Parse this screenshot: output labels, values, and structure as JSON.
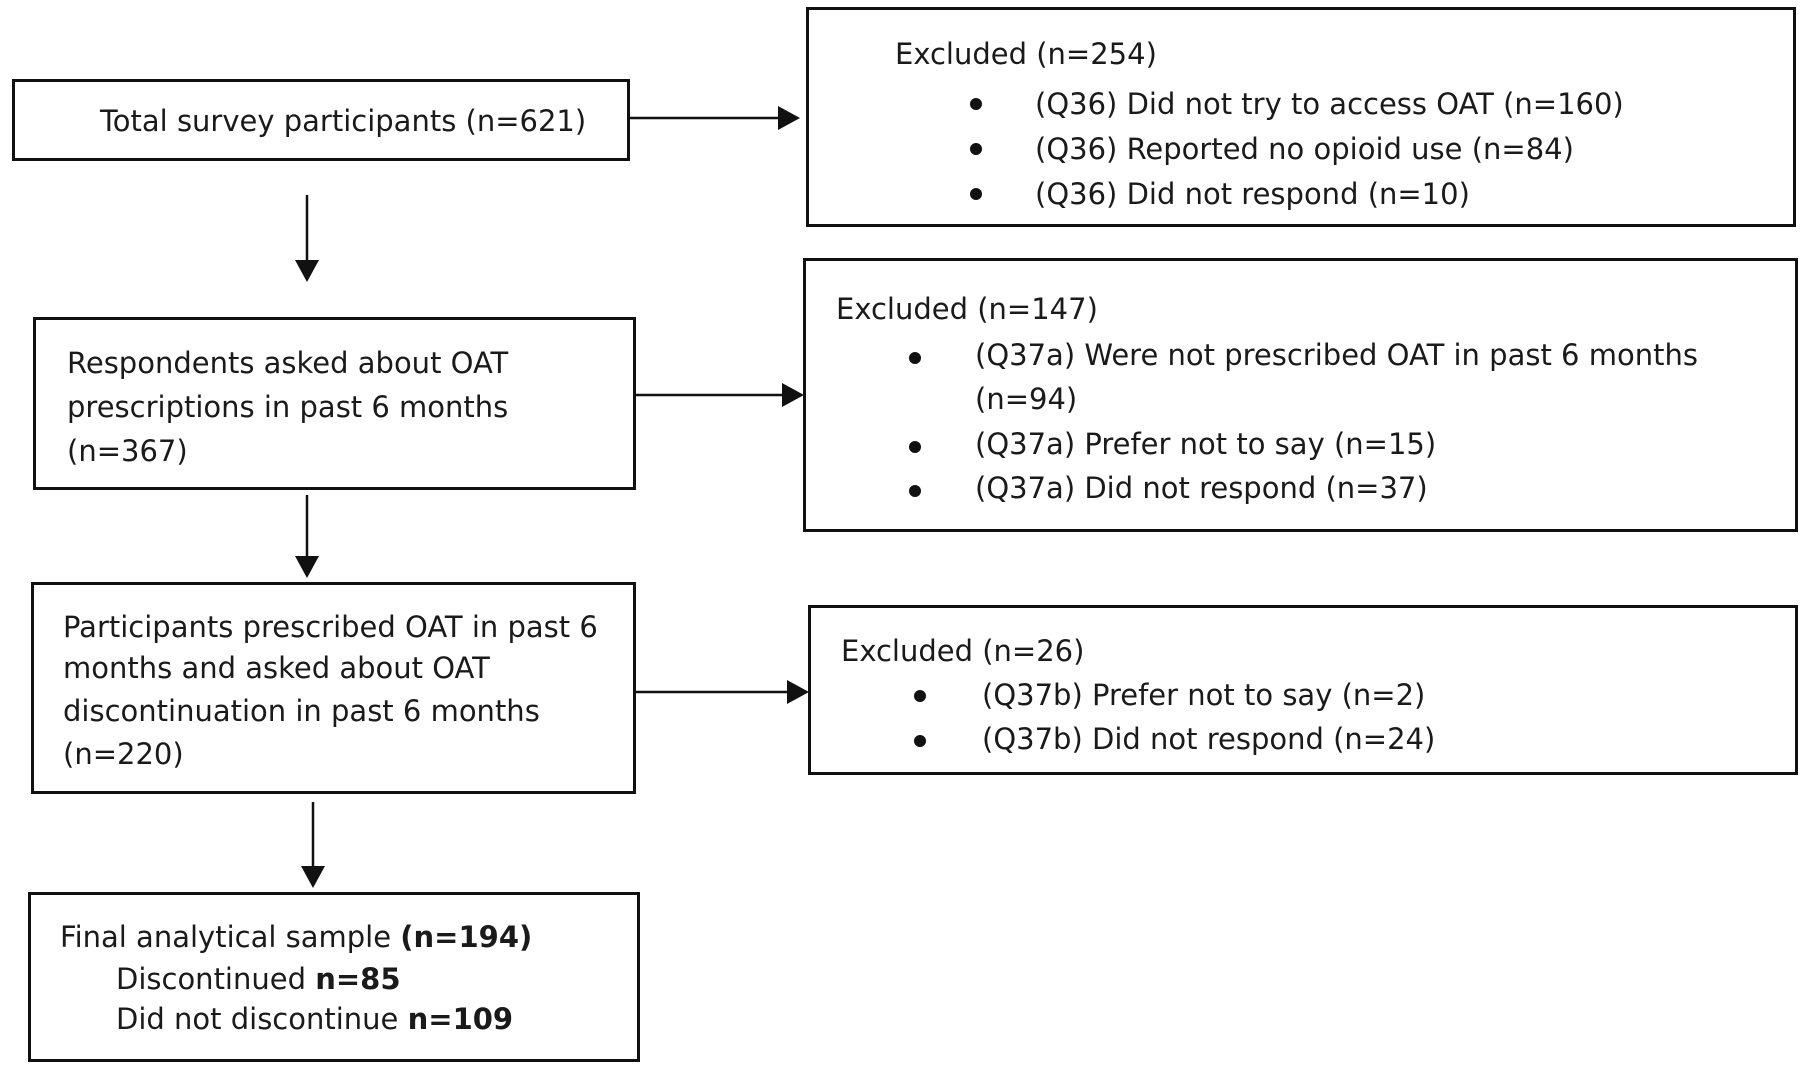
{
  "main": {
    "total": "Total survey participants (n=621)",
    "asked": [
      "Respondents asked about OAT",
      "prescriptions in past 6 months",
      "(n=367)"
    ],
    "prescribed": [
      "Participants prescribed OAT in past 6",
      "months and asked about OAT",
      "discontinuation in past 6 months",
      "(n=220)"
    ],
    "final": {
      "line1_label": "Final analytical sample ",
      "line1_value": "(n=194)",
      "line2_label": "Discontinued ",
      "line2_value": "n=85",
      "line3_label": "Did not discontinue ",
      "line3_value": "n=109"
    }
  },
  "excluded": [
    {
      "title": "Excluded (n=254)",
      "items": [
        "(Q36) Did not try to access OAT (n=160)",
        "(Q36) Reported no opioid use (n=84)",
        "(Q36) Did not respond (n=10)"
      ]
    },
    {
      "title": "Excluded (n=147)",
      "items": [
        "(Q37a) Were not prescribed OAT in past 6 months",
        "(Q37a) Prefer not to say (n=15)",
        "(Q37a) Did not respond (n=37)"
      ],
      "item0_cont": "(n=94)"
    },
    {
      "title": "Excluded (n=26)",
      "items": [
        "(Q37b) Prefer not to say (n=2)",
        "(Q37b) Did not respond (n=24)"
      ]
    }
  ]
}
